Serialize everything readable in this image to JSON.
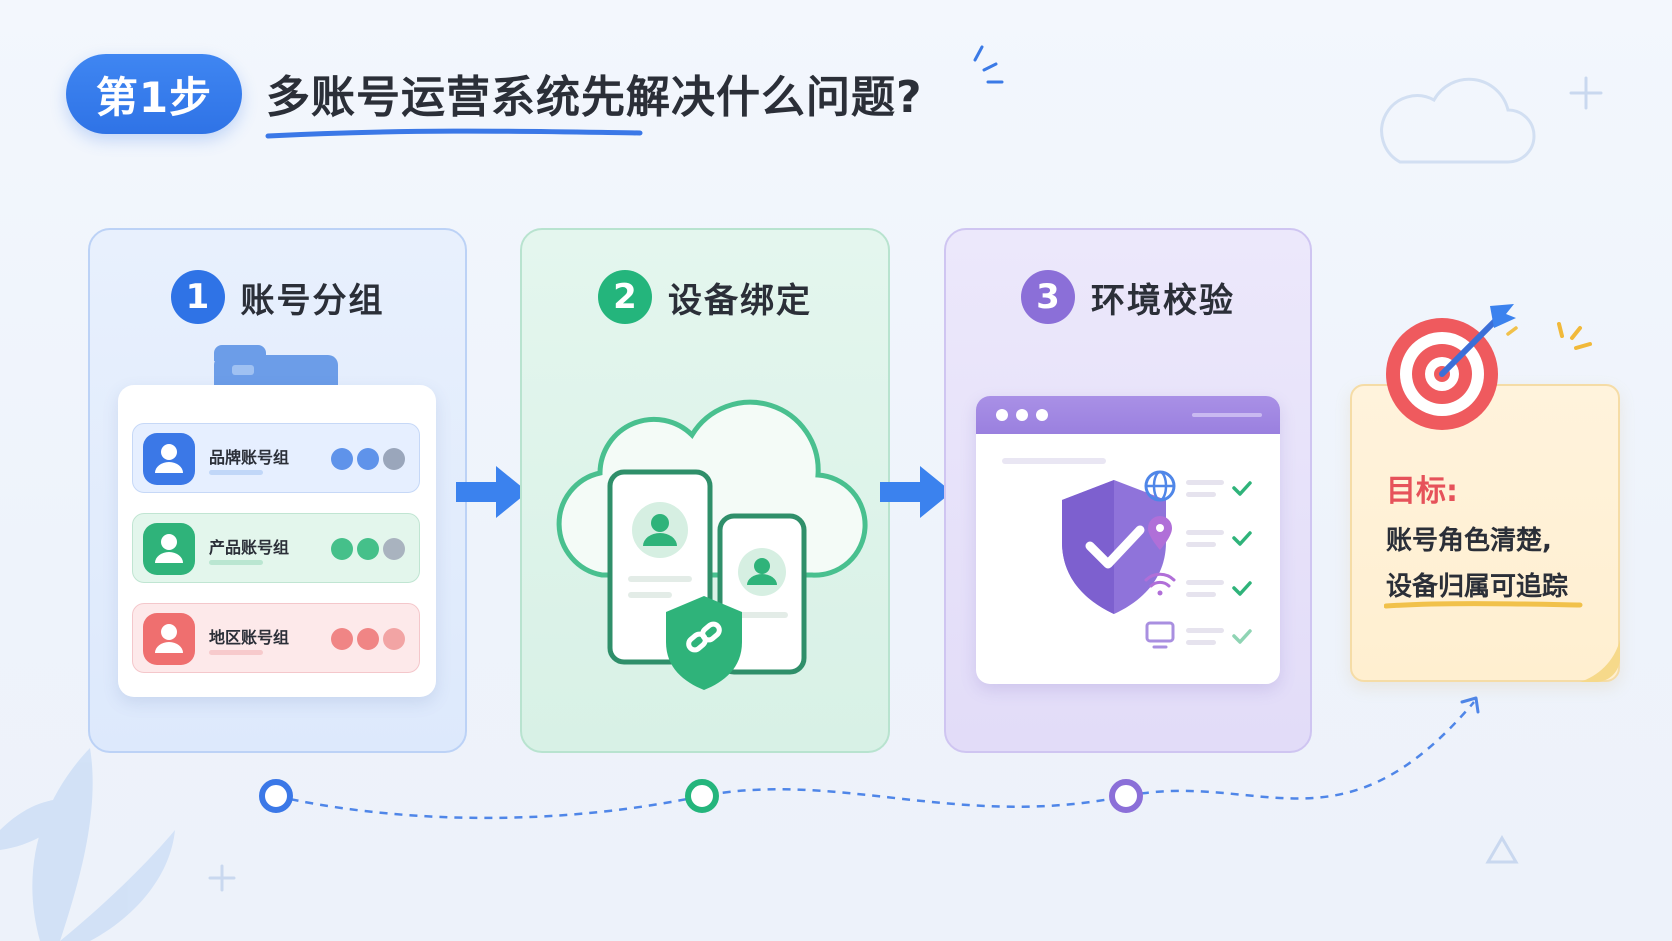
{
  "header": {
    "step_label": "第1步",
    "title": "多账号运营系统先解决什么问题?"
  },
  "steps": [
    {
      "number": "1",
      "title": "账号分组",
      "color": "#2f73e6"
    },
    {
      "number": "2",
      "title": "设备绑定",
      "color": "#24b57c"
    },
    {
      "number": "3",
      "title": "环境校验",
      "color": "#8b6fd8"
    }
  ],
  "groups": [
    {
      "label": "品牌账号组",
      "color": "#3b78e7"
    },
    {
      "label": "产品账号组",
      "color": "#2fb37a"
    },
    {
      "label": "地区账号组",
      "color": "#ef6f6f"
    }
  ],
  "checks": [
    {
      "icon": "globe-icon",
      "color": "#4f86e8"
    },
    {
      "icon": "location-pin-icon",
      "color": "#b06fd8"
    },
    {
      "icon": "wifi-icon",
      "color": "#b06fd8"
    },
    {
      "icon": "monitor-icon",
      "color": "#a98fe0"
    }
  ],
  "goal": {
    "label": "目标:",
    "lines": [
      "账号角色清楚,",
      "设备归属可追踪"
    ],
    "accent": "#e6525a"
  }
}
